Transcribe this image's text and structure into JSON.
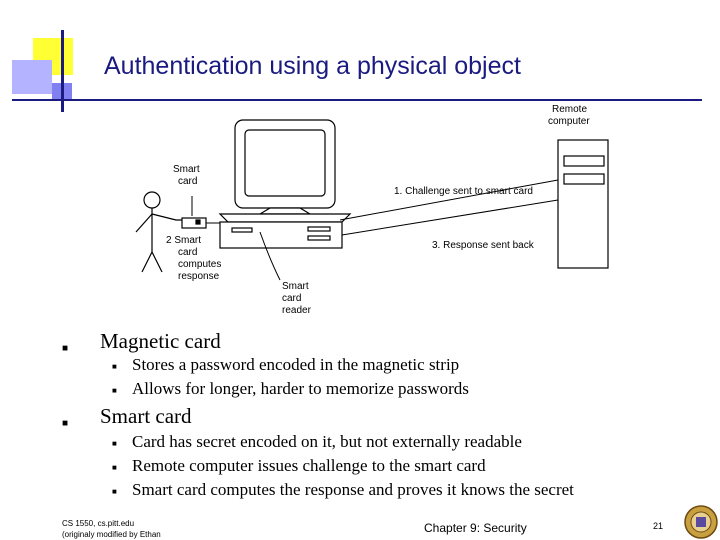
{
  "slide": {
    "title": "Authentication using a physical object"
  },
  "diagram": {
    "remote_computer_label": [
      "Remote",
      "computer"
    ],
    "smart_card_label": [
      "Smart",
      "card"
    ],
    "step1_label": "1. Challenge sent to smart card",
    "step2_label": [
      "2  Smart",
      "card",
      "computes",
      "response"
    ],
    "step3_label": "3. Response sent back",
    "reader_label": [
      "Smart",
      "card",
      "reader"
    ]
  },
  "bullets": [
    {
      "text": "Magnetic card",
      "sub": [
        "Stores a password encoded in the magnetic strip",
        "Allows for longer, harder to memorize passwords"
      ]
    },
    {
      "text": "Smart card",
      "sub": [
        "Card has secret encoded on it, but not externally readable",
        "Remote computer issues challenge to the smart card",
        "Smart card computes the response and proves it knows the secret"
      ]
    }
  ],
  "footer": {
    "course": "CS 1550, cs.pitt.edu",
    "credit": "(originaly modified by Ethan",
    "chapter": "Chapter 9: Security",
    "page": "21"
  },
  "colors": {
    "title": "#1a1a80",
    "accent_yellow": "#ffff33",
    "accent_blue": "#b3b3ff"
  }
}
